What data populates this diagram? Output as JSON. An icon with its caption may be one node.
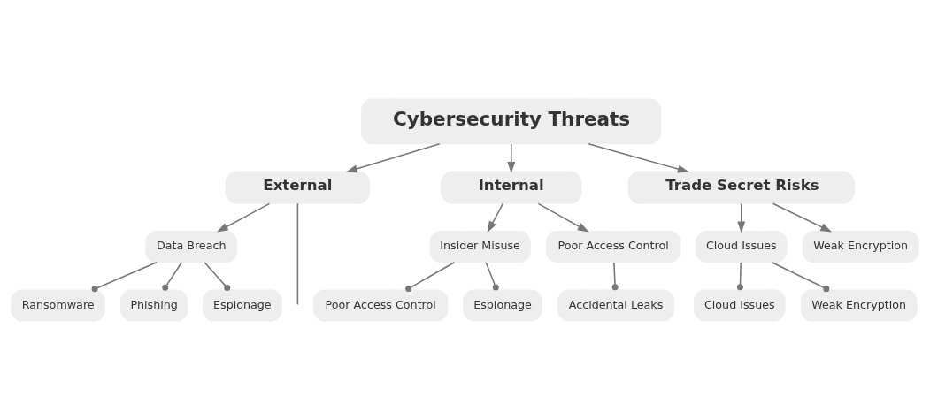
{
  "diagram": {
    "nodes": [
      {
        "text": [
          "Cybersecurity Threats"
        ]
      },
      {
        "text": [
          "External"
        ]
      },
      {
        "text": [
          "Internal"
        ]
      },
      {
        "text": [
          "Trade Secret Risks"
        ]
      },
      {
        "text": [
          "Data Breach"
        ]
      },
      {
        "text": [
          "Ransomware"
        ]
      },
      {
        "text": [
          "Phishing"
        ]
      },
      {
        "text": [
          "Espionage"
        ]
      },
      {
        "text": [
          "Insider Misuse"
        ]
      },
      {
        "text": [
          "Poor Access Control"
        ]
      },
      {
        "text": [
          "Espionage"
        ]
      },
      {
        "text": [
          "Poor Access Control"
        ]
      },
      {
        "text": [
          "Accidental Leaks"
        ]
      },
      {
        "text": [
          "Cloud Issues"
        ]
      },
      {
        "text": [
          "Weak Encryption"
        ]
      },
      {
        "text": [
          "Cloud Issues"
        ]
      },
      {
        "text": [
          "Weak Encryption"
        ]
      }
    ],
    "edges": [
      {
        "from": 0,
        "to": 1,
        "arrow": "to"
      },
      {
        "from": 0,
        "to": 2,
        "arrow": "to"
      },
      {
        "from": 0,
        "to": 3,
        "arrow": "to"
      },
      {
        "from": 1,
        "to": 4,
        "arrow": "to"
      },
      {
        "from": 1,
        "to": null,
        "arrow": "none"
      },
      {
        "from": 2,
        "to": 8,
        "arrow": "to"
      },
      {
        "from": 2,
        "to": 11,
        "arrow": "to"
      },
      {
        "from": 3,
        "to": 13,
        "arrow": "to"
      },
      {
        "from": 3,
        "to": 14,
        "arrow": "to"
      },
      {
        "from": 4,
        "to": 5,
        "arrow": "other"
      },
      {
        "from": 4,
        "to": 6,
        "arrow": "other"
      },
      {
        "from": 4,
        "to": 7,
        "arrow": "other"
      },
      {
        "from": 8,
        "to": 9,
        "arrow": "other"
      },
      {
        "from": 8,
        "to": 10,
        "arrow": "other"
      },
      {
        "from": 11,
        "to": 12,
        "arrow": "other"
      },
      {
        "from": 13,
        "to": 15,
        "arrow": "other"
      },
      {
        "from": 13,
        "to": 16,
        "arrow": "other"
      }
    ]
  }
}
